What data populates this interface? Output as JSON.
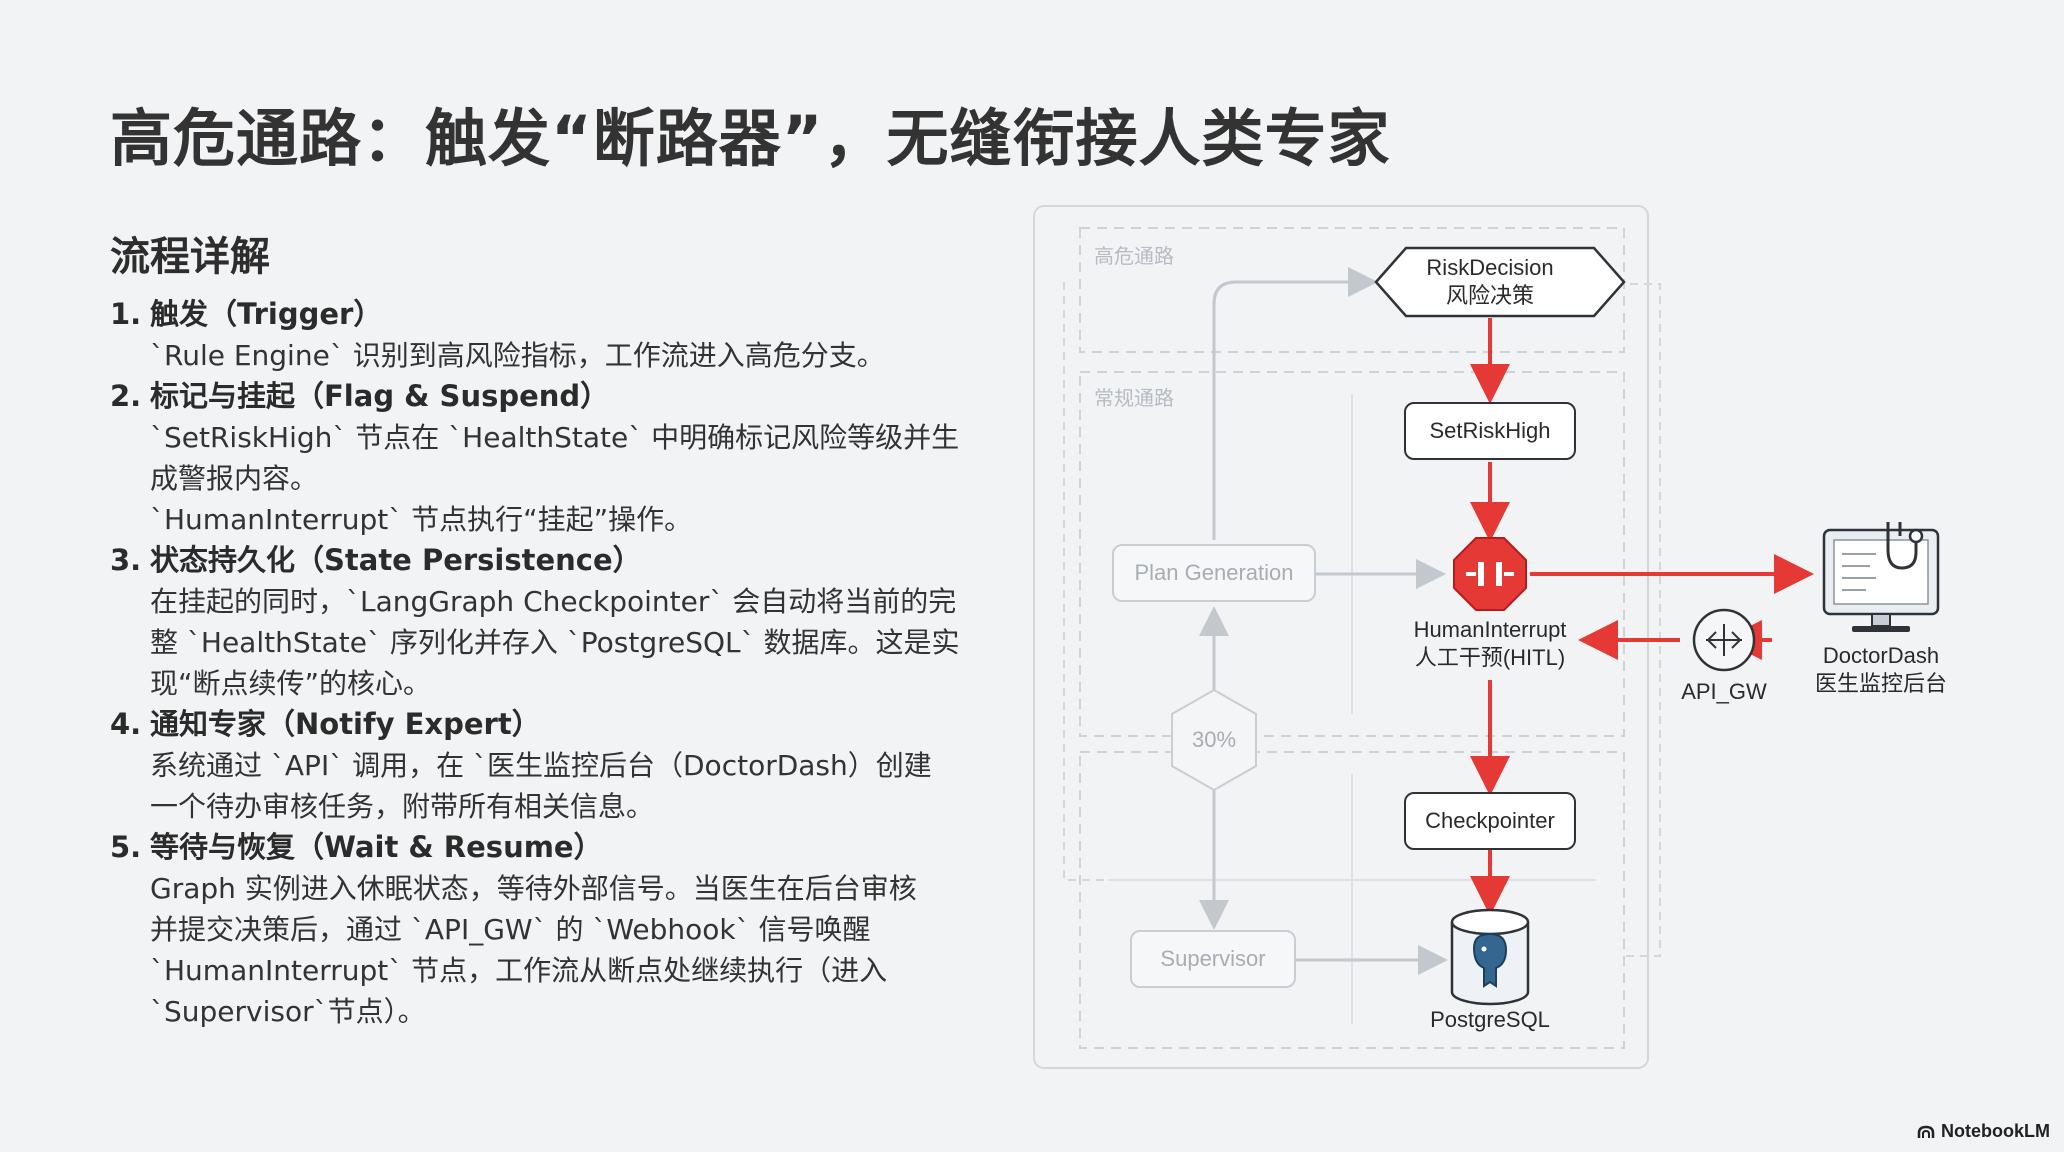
{
  "title": "高危通路：触发“断路器”，无缝衔接人类专家",
  "section_title": "流程详解",
  "steps": [
    {
      "num": "1.",
      "heading": "触发（Trigger）",
      "lines": [
        "`Rule Engine` 识别到高风险指标，工作流进入高危分支。"
      ]
    },
    {
      "num": "2.",
      "heading": "标记与挂起（Flag & Suspend）",
      "lines": [
        "`SetRiskHigh` 节点在 `HealthState` 中明确标记风险等级并生",
        "成警报内容。",
        "`HumanInterrupt` 节点执行“挂起”操作。"
      ]
    },
    {
      "num": "3.",
      "heading": "状态持久化（State Persistence）",
      "lines": [
        "在挂起的同时，`LangGraph Checkpointer` 会自动将当前的完",
        "整 `HealthState` 序列化并存入 `PostgreSQL` 数据库。这是实",
        "现“断点续传”的核心。"
      ]
    },
    {
      "num": "4.",
      "heading": "通知专家（Notify Expert）",
      "lines": [
        "系统通过 `API` 调用，在 `医生监控后台（DoctorDash）创建",
        "一个待办审核任务，附带所有相关信息。"
      ]
    },
    {
      "num": "5.",
      "heading": "等待与恢复（Wait & Resume）",
      "lines": [
        "Graph 实例进入休眠状态，等待外部信号。当医生在后台审核",
        "并提交决策后，通过 `API_GW` 的 `Webhook` 信号唤醒",
        "`HumanInterrupt` 节点，工作流从断点处继续执行（进入",
        "`Supervisor`节点）。"
      ]
    }
  ],
  "diagram": {
    "lane_high": "高危通路",
    "lane_normal": "常规通路",
    "risk_decision": [
      "RiskDecision",
      "风险决策"
    ],
    "set_risk_high": "SetRiskHigh",
    "human_interrupt": [
      "HumanInterrupt",
      "人工干预(HITL)"
    ],
    "checkpointer": "Checkpointer",
    "postgres": "PostgreSQL",
    "plan_generation": "Plan Generation",
    "supervisor": "Supervisor",
    "percent": "30%",
    "api_gw": "API_GW",
    "doctor_dash": [
      "DoctorDash",
      "医生监控后台"
    ]
  },
  "colors": {
    "accent_red": "#e53935",
    "faded_gray": "#c9ced4"
  },
  "brand": "NotebookLM"
}
